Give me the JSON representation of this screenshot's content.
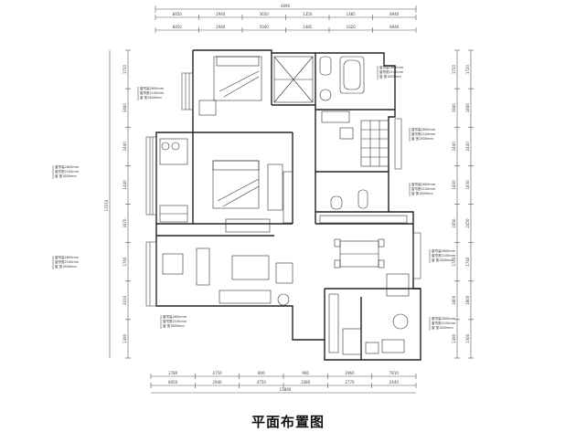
{
  "caption": "平面布置图",
  "dimensions": {
    "top_overall": "4690",
    "top_row1": [
      "8450",
      "2940",
      "3650",
      "1350",
      "1485",
      "8940"
    ],
    "top_row2": [
      "8450",
      "2940",
      "5040",
      "1485",
      "1620",
      "8940"
    ],
    "bottom_row1": [
      "2780",
      "4750",
      "800",
      "960",
      "2960",
      "7810"
    ],
    "bottom_row2": [
      "8450",
      "2940",
      "4750",
      "3380",
      "2770",
      "2440"
    ],
    "bottom_overall": "13890",
    "left_overall": "13510",
    "left_segments": [
      "1720",
      "3460",
      "2440",
      "1440",
      "3470",
      "1740",
      "2010",
      "1300"
    ],
    "right_segments": [
      "1720",
      "1840",
      "2440",
      "1830",
      "2450",
      "1740",
      "1800",
      "1300"
    ]
  },
  "annotations": {
    "lines": [
      "窗帘高2600mm",
      "窗帘宽2100mm",
      "窗  宽1800mm"
    ]
  }
}
